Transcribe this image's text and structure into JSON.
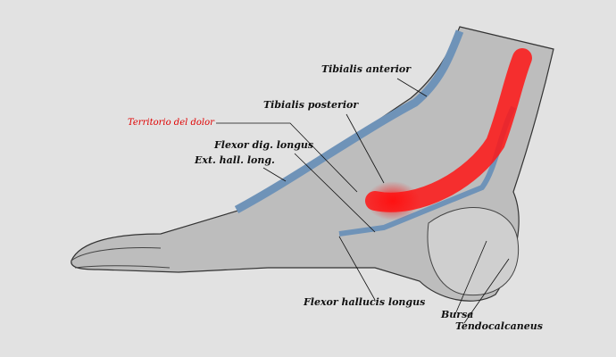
{
  "labels": {
    "tibialis_anterior": "Tibialis anterior",
    "tibialis_posterior": "Tibialis posterior",
    "pain_area": "Territorio del dolor",
    "flexor_dig_longus": "Flexor dig. longus",
    "ext_hall_long": "Ext. hall. long.",
    "flexor_hallucis_longus": "Flexor hallucis longus",
    "bursa": "Bursa",
    "tendocalcaneus": "Tendocalcaneus"
  },
  "colors": {
    "background": "#e2e2e2",
    "tendon_sheath": "#6f93b8",
    "pain_highlight": "#e00000"
  }
}
